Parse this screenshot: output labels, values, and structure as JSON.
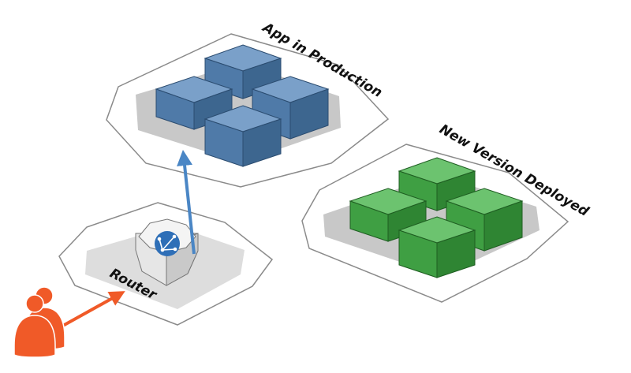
{
  "labels": {
    "production": "App in Production",
    "new_version": "New Version Deployed",
    "router": "Router"
  },
  "colors": {
    "production_blocks": "#5b86b5",
    "new_version_blocks": "#4caf50",
    "router_arrow": "#4a86c5",
    "user_arrow": "#f05a28",
    "user_icon": "#f05a28",
    "router_badge": "#2f6fb7"
  },
  "icons": {
    "user": "users-icon",
    "router": "router-icon"
  }
}
